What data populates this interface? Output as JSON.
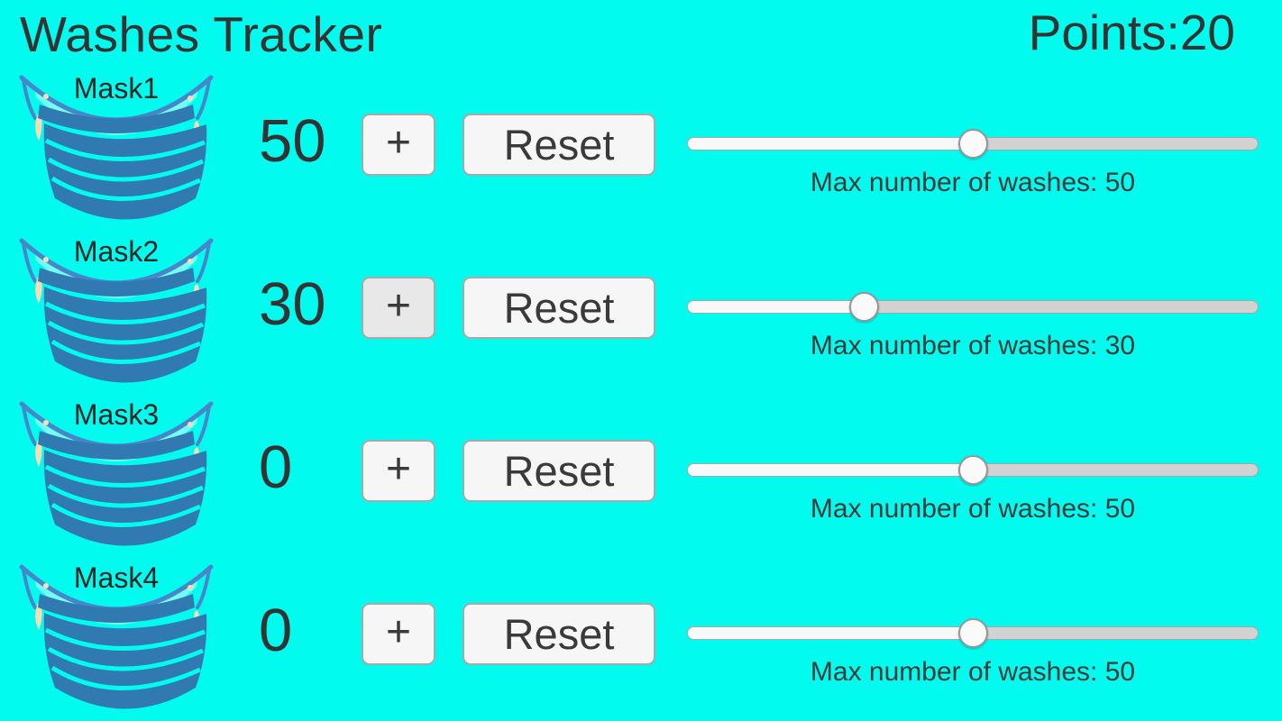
{
  "header": {
    "title": "Washes Tracker",
    "points_label": "Points:",
    "points_value": "20"
  },
  "controls": {
    "plus_label": "+",
    "reset_label": "Reset",
    "slider_min": 0,
    "slider_max": 100
  },
  "colors": {
    "background": "#02FBEF",
    "text_dark": "#333333",
    "mask_body_blue": "#3179B1",
    "mask_strap_blue": "#4686C9",
    "mask_ear_peach": "#F8DCB4",
    "button_background": "#F6F6F6",
    "button_background_pressed": "#E8E8E8",
    "button_border": "#A9A9A9",
    "slider_track_gray": "#D2D2D2",
    "slider_fill_white": "#F8F8F8",
    "slider_thumb_white": "#FAFAFA"
  },
  "masks": [
    {
      "name": "Mask1",
      "wash_count": "50",
      "max_washes": 50,
      "max_label": "Max number of washes: 50",
      "plus_pressed": false
    },
    {
      "name": "Mask2",
      "wash_count": "30",
      "max_washes": 30,
      "max_label": "Max number of washes: 30",
      "plus_pressed": true
    },
    {
      "name": "Mask3",
      "wash_count": "0",
      "max_washes": 50,
      "max_label": "Max number of washes: 50",
      "plus_pressed": false
    },
    {
      "name": "Mask4",
      "wash_count": "0",
      "max_washes": 50,
      "max_label": "Max number of washes: 50",
      "plus_pressed": false
    }
  ]
}
